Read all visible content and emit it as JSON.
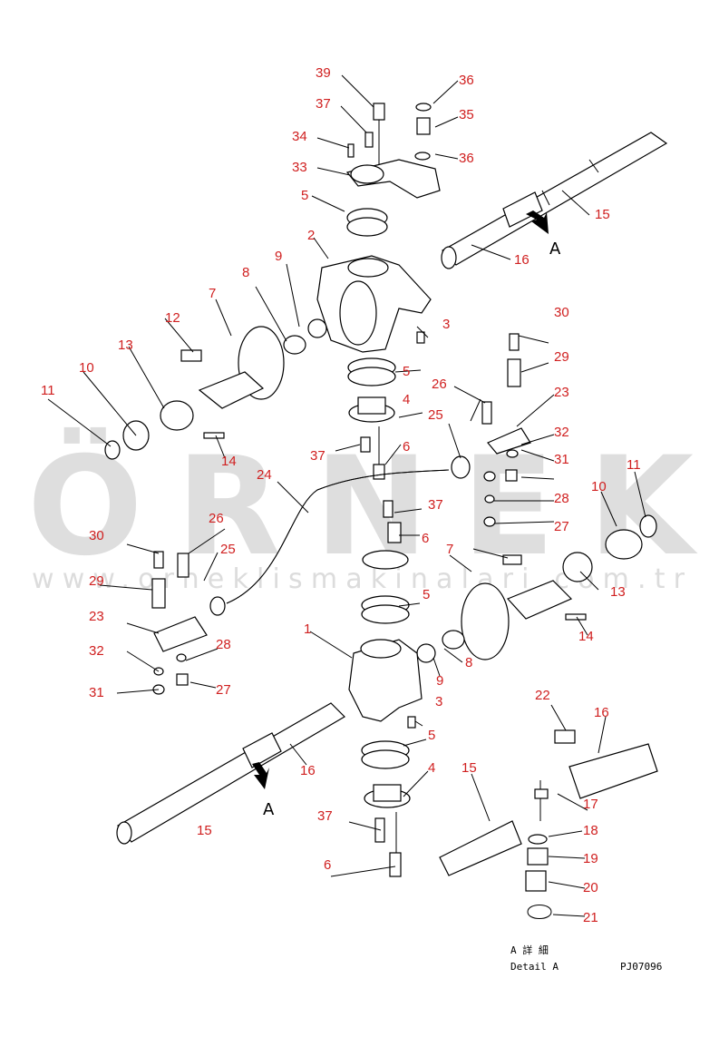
{
  "watermark": {
    "brand": "ÖRNEK",
    "url": "www.orneklismakinalari.com.tr"
  },
  "detail": {
    "jp_label": "A 詳 細",
    "en_label": "Detail A",
    "code": "PJ07096",
    "arrow_marker": "A"
  },
  "callouts": [
    "39",
    "37",
    "36",
    "35",
    "36",
    "34",
    "33",
    "15",
    "5",
    "16",
    "2",
    "9",
    "8",
    "7",
    "3",
    "12",
    "13",
    "10",
    "11",
    "14",
    "30",
    "29",
    "23",
    "26",
    "25",
    "32",
    "31",
    "28",
    "27",
    "5",
    "4",
    "37",
    "6",
    "24",
    "37",
    "6",
    "10",
    "11",
    "7",
    "13",
    "14",
    "30",
    "26",
    "25",
    "29",
    "23",
    "32",
    "31",
    "28",
    "27",
    "5",
    "1",
    "9",
    "8",
    "3",
    "5",
    "4",
    "22",
    "16",
    "37",
    "6",
    "15",
    "16",
    "15",
    "17",
    "18",
    "19",
    "20",
    "21"
  ]
}
